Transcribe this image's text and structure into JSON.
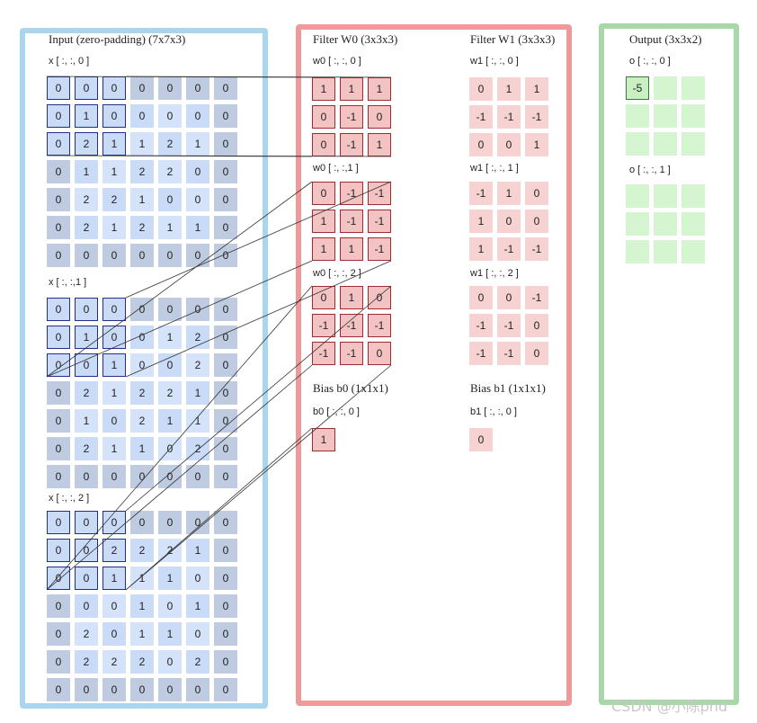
{
  "input": {
    "title": "Input (zero-padding)  (7x7x3)",
    "slices": [
      {
        "label": "x [ :, :, 0 ]",
        "rows": [
          [
            0,
            0,
            0,
            0,
            0,
            0,
            0
          ],
          [
            0,
            1,
            0,
            0,
            0,
            0,
            0
          ],
          [
            0,
            2,
            1,
            1,
            2,
            1,
            0
          ],
          [
            0,
            1,
            1,
            2,
            2,
            0,
            0
          ],
          [
            0,
            2,
            2,
            1,
            0,
            0,
            0
          ],
          [
            0,
            2,
            1,
            2,
            1,
            1,
            0
          ],
          [
            0,
            0,
            0,
            0,
            0,
            0,
            0
          ]
        ]
      },
      {
        "label": "x [ :, :,1 ]",
        "rows": [
          [
            0,
            0,
            0,
            0,
            0,
            0,
            0
          ],
          [
            0,
            1,
            0,
            0,
            1,
            2,
            0
          ],
          [
            0,
            0,
            1,
            0,
            0,
            2,
            0
          ],
          [
            0,
            2,
            1,
            2,
            2,
            1,
            0
          ],
          [
            0,
            1,
            0,
            2,
            1,
            1,
            0
          ],
          [
            0,
            2,
            1,
            1,
            0,
            2,
            0
          ],
          [
            0,
            0,
            0,
            0,
            0,
            0,
            0
          ]
        ]
      },
      {
        "label": "x [ :, :, 2 ]",
        "rows": [
          [
            0,
            0,
            0,
            0,
            0,
            0,
            0
          ],
          [
            0,
            0,
            2,
            2,
            2,
            1,
            0
          ],
          [
            0,
            0,
            1,
            1,
            1,
            0,
            0
          ],
          [
            0,
            0,
            0,
            1,
            0,
            1,
            0
          ],
          [
            0,
            2,
            0,
            1,
            1,
            0,
            0
          ],
          [
            0,
            2,
            2,
            2,
            0,
            2,
            0
          ],
          [
            0,
            0,
            0,
            0,
            0,
            0,
            0
          ]
        ]
      }
    ]
  },
  "filter0": {
    "title": "Filter W0  (3x3x3)",
    "slices": [
      {
        "label": "w0 [ :, :, 0 ]",
        "rows": [
          [
            1,
            1,
            1
          ],
          [
            0,
            -1,
            0
          ],
          [
            0,
            -1,
            1
          ]
        ]
      },
      {
        "label": "w0 [ :, :,1 ]",
        "rows": [
          [
            0,
            -1,
            -1
          ],
          [
            1,
            -1,
            -1
          ],
          [
            1,
            1,
            -1
          ]
        ]
      },
      {
        "label": "w0 [ :, :, 2 ]",
        "rows": [
          [
            0,
            1,
            0
          ],
          [
            -1,
            -1,
            -1
          ],
          [
            -1,
            -1,
            0
          ]
        ]
      }
    ],
    "bias_title": "Bias b0  (1x1x1)",
    "bias_label": "b0 [ :, :, 0 ]",
    "bias_value": 1
  },
  "filter1": {
    "title": "Filter W1  (3x3x3)",
    "slices": [
      {
        "label": "w1 [ :, :, 0 ]",
        "rows": [
          [
            0,
            1,
            1
          ],
          [
            -1,
            -1,
            -1
          ],
          [
            0,
            0,
            1
          ]
        ]
      },
      {
        "label": "w1 [ :, :, 1 ]",
        "rows": [
          [
            -1,
            1,
            0
          ],
          [
            1,
            0,
            0
          ],
          [
            1,
            -1,
            -1
          ]
        ]
      },
      {
        "label": "w1 [ :, :, 2 ]",
        "rows": [
          [
            0,
            0,
            -1
          ],
          [
            -1,
            -1,
            0
          ],
          [
            -1,
            -1,
            0
          ]
        ]
      }
    ],
    "bias_title": "Bias b1  (1x1x1)",
    "bias_label": "b1 [ :, :, 0 ]",
    "bias_value": 0
  },
  "output": {
    "title": "Output  (3x3x2)",
    "slices": [
      {
        "label": "o [ :, :, 0 ]",
        "rows": [
          [
            "-5",
            "",
            ""
          ],
          [
            "",
            "",
            ""
          ],
          [
            "",
            "",
            ""
          ]
        ]
      },
      {
        "label": "o [ :, :, 1 ]",
        "rows": [
          [
            "",
            "",
            ""
          ],
          [
            "",
            "",
            ""
          ],
          [
            "",
            "",
            ""
          ]
        ]
      }
    ]
  },
  "watermark": "CSDN @小陈phd",
  "colors": {
    "input_border": "#a9d6ee",
    "filter_border": "#ee9a9a",
    "output_border": "#a8d8a8",
    "highlight_input": "#1e2f8c",
    "highlight_filter": "#a22c2c"
  }
}
